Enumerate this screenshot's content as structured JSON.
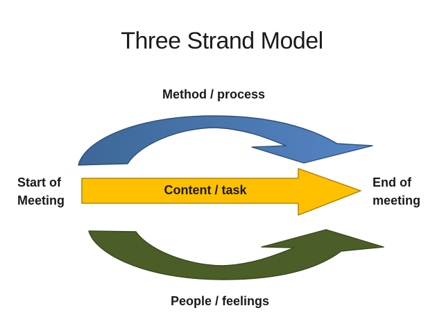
{
  "title": "Three Strand Model",
  "strands": {
    "method": {
      "label": "Method / process",
      "fill_start": "#3D6796",
      "fill_end": "#5585C6",
      "stroke": "#2E5077"
    },
    "content": {
      "label": "Content / task",
      "fill": "#FFC000",
      "stroke": "#B8860B"
    },
    "people": {
      "label": "People / feelings",
      "fill": "#4C5E27",
      "stroke": "#39481C"
    }
  },
  "endpoints": {
    "start_line1": "Start of",
    "start_line2": "Meeting",
    "end_line1": "End of",
    "end_line2": "meeting"
  },
  "colors": {
    "background": "#FFFFFF",
    "text": "#1A1A1A"
  }
}
